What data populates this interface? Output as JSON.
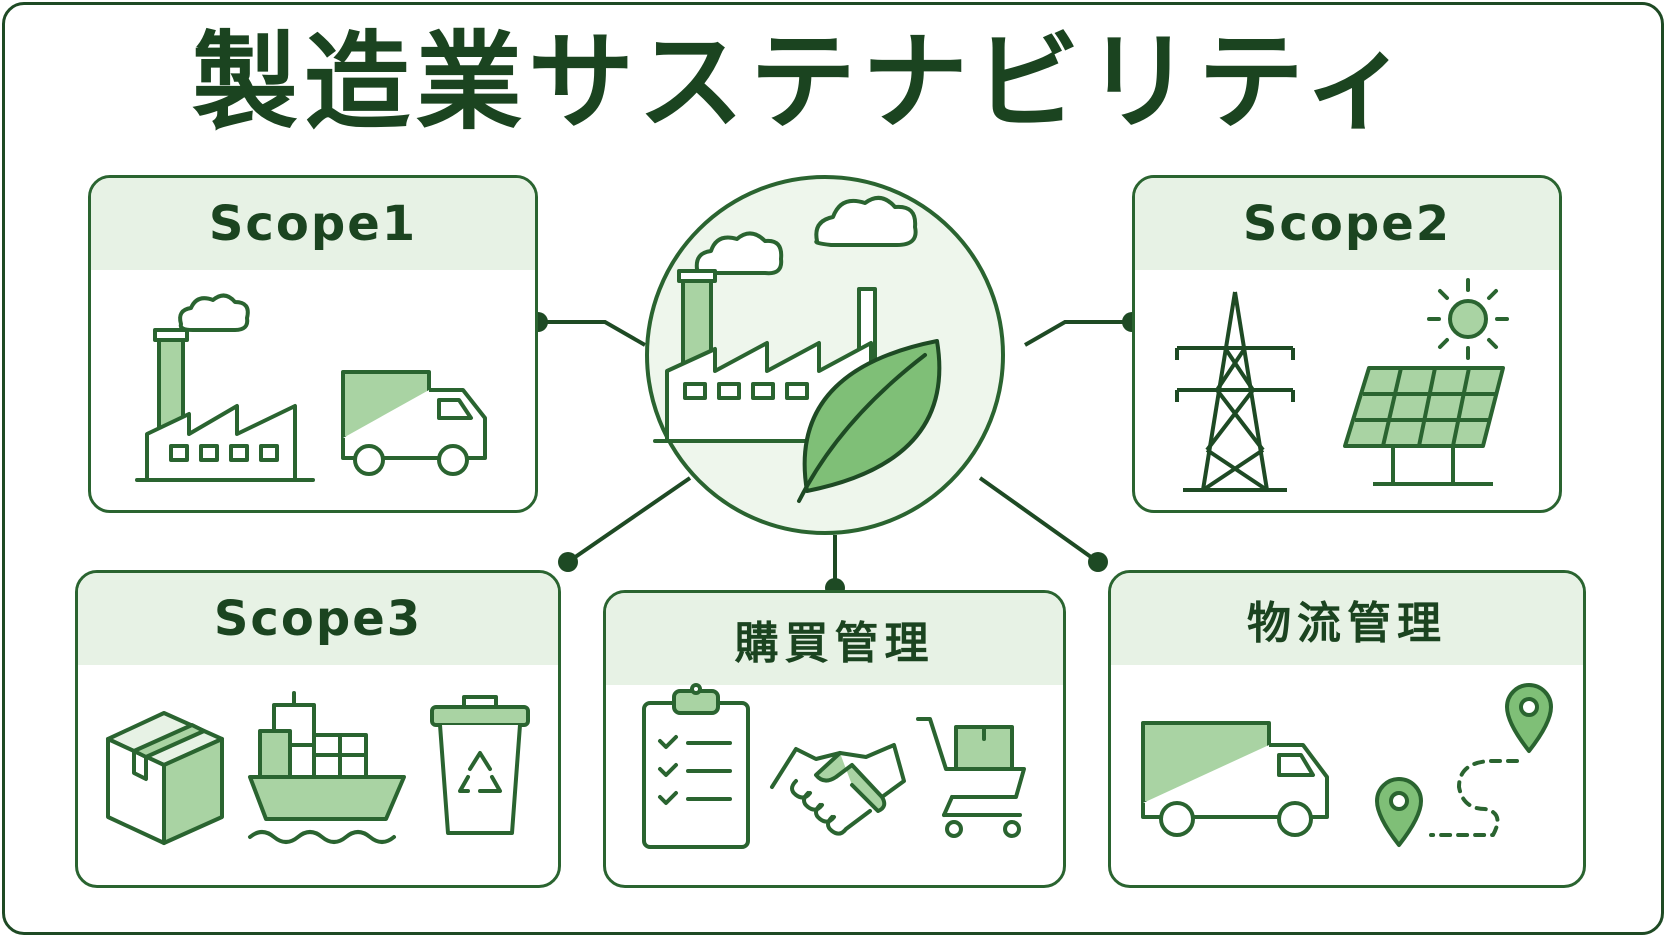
{
  "title": "製造業サステナビリティ",
  "colors": {
    "primary": "#2a6430",
    "dark": "#1b4420",
    "fill": "#a9d3a3",
    "light": "#e7f2e5",
    "background": "#ffffff"
  },
  "hub": {
    "icons": [
      "factory-icon",
      "leaf-icon",
      "cloud-icon"
    ]
  },
  "cards": {
    "scope1": {
      "title": "Scope1",
      "icons": [
        "factory-icon",
        "truck-icon"
      ]
    },
    "scope2": {
      "title": "Scope2",
      "icons": [
        "power-tower-icon",
        "sun-icon",
        "solar-panel-icon"
      ]
    },
    "scope3": {
      "title": "Scope3",
      "icons": [
        "box-icon",
        "cargo-ship-icon",
        "recycle-bin-icon"
      ]
    },
    "procurement": {
      "title": "購買管理",
      "icons": [
        "clipboard-checklist-icon",
        "handshake-icon",
        "shopping-cart-icon"
      ]
    },
    "logistics": {
      "title": "物流管理",
      "icons": [
        "delivery-truck-icon",
        "route-map-icon"
      ]
    }
  }
}
